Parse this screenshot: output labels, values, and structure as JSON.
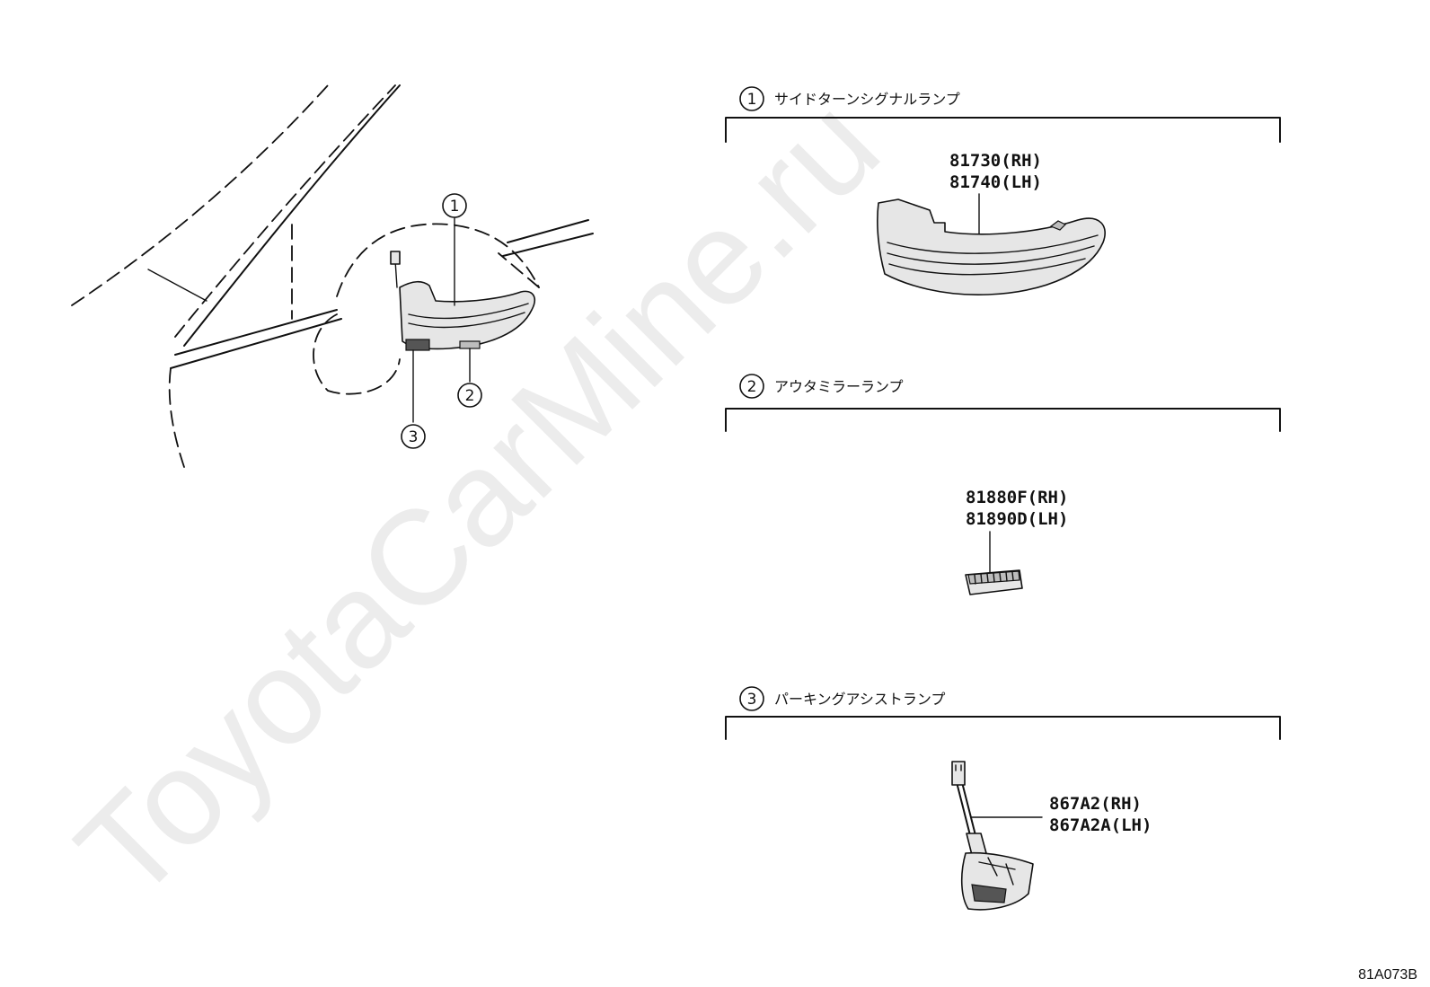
{
  "watermark": "ToyotaCarMine.ru",
  "diagram_code": "81A073B",
  "callouts": {
    "c1": "1",
    "c2": "2",
    "c3": "3"
  },
  "sections": [
    {
      "number": "1",
      "title": "サイドターンシグナルランプ",
      "parts": [
        "81730(RH)",
        "81740(LH)"
      ]
    },
    {
      "number": "2",
      "title": "アウタミラーランプ",
      "parts": [
        "81880F(RH)",
        "81890D(LH)"
      ]
    },
    {
      "number": "3",
      "title": "パーキングアシストランプ",
      "parts": [
        "867A2(RH)",
        "867A2A(LH)"
      ]
    }
  ]
}
